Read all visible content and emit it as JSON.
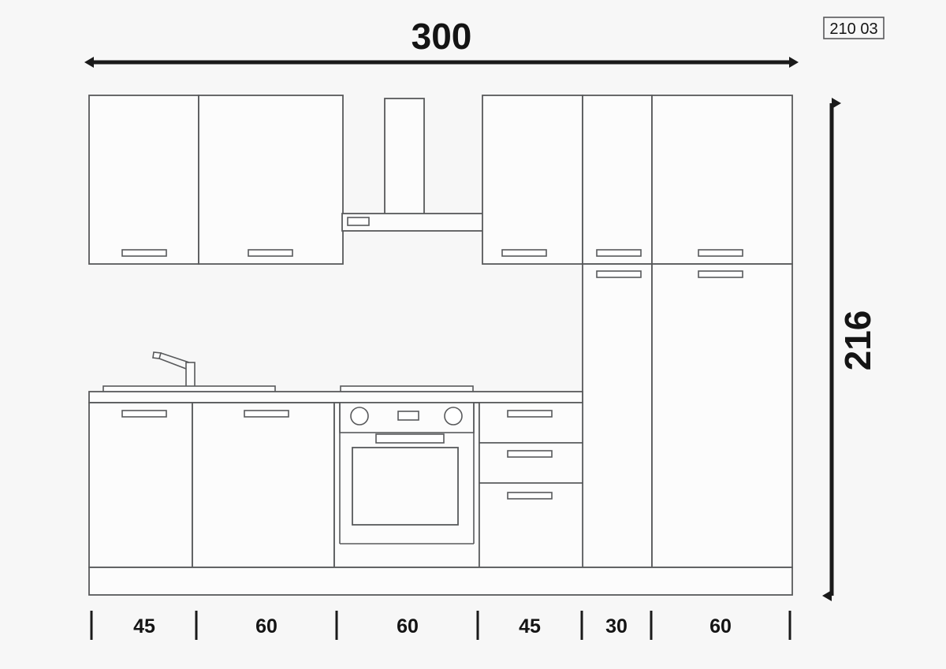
{
  "drawing": {
    "title": "kitchen-elevation",
    "code_label": "210 03",
    "background_color": "#f7f7f7",
    "line_color": "#58595b",
    "dim_color": "#141414"
  },
  "dimensions": {
    "overall_width": "300",
    "overall_height": "216",
    "width_unit_hint": "cm",
    "segments": [
      {
        "label": "45",
        "unit_name": "sink-base-cabinet"
      },
      {
        "label": "60",
        "unit_name": "base-cabinet"
      },
      {
        "label": "60",
        "unit_name": "oven-hob-unit"
      },
      {
        "label": "45",
        "unit_name": "drawer-unit"
      },
      {
        "label": "30",
        "unit_name": "tall-narrow-cabinet"
      },
      {
        "label": "60",
        "unit_name": "tall-wide-cabinet"
      }
    ]
  },
  "upper_row": {
    "cabinets": [
      {
        "name": "wall-cabinet-45",
        "width_label": "45"
      },
      {
        "name": "wall-cabinet-60",
        "width_label": "60"
      },
      {
        "name": "cooker-hood",
        "width_label": "60"
      },
      {
        "name": "wall-cabinet-45-right",
        "width_label": "45"
      },
      {
        "name": "tall-cabinet-30",
        "width_label": "30"
      },
      {
        "name": "tall-cabinet-60",
        "width_label": "60"
      }
    ]
  },
  "lower_row": {
    "units": [
      {
        "name": "sink-base-45",
        "width_label": "45",
        "feature": "sink-with-faucet"
      },
      {
        "name": "base-cabinet-60",
        "width_label": "60",
        "feature": "door"
      },
      {
        "name": "oven-unit-60",
        "width_label": "60",
        "feature": "built-in-oven-and-hob"
      },
      {
        "name": "drawer-unit-45",
        "width_label": "45",
        "feature": "three-drawers"
      }
    ]
  },
  "appliances": {
    "hood": {
      "name": "cooker-hood",
      "has_control_button": true
    },
    "oven": {
      "name": "built-in-oven",
      "knob_count": 2,
      "has_display": true,
      "has_handle": true
    },
    "hob": {
      "name": "cooktop"
    },
    "sink": {
      "name": "sink-basin",
      "has_faucet": true
    }
  }
}
